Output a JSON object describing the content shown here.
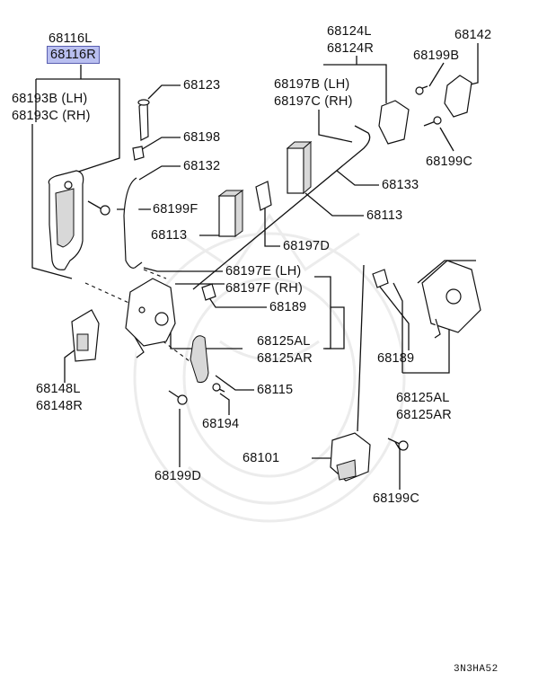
{
  "diagram": {
    "labels": {
      "l68116L": "68116L",
      "l68116R": "68116R",
      "l68193B": "68193B (LH)",
      "l68193C": "68193C (RH)",
      "l68123": "68123",
      "l68198": "68198",
      "l68132": "68132",
      "l68199F": "68199F",
      "l68113a": "68113",
      "l68124L": "68124L",
      "l68124R": "68124R",
      "l68142": "68142",
      "l68199B": "68199B",
      "l68197B": "68197B (LH)",
      "l68197C": "68197C (RH)",
      "l68199Ca": "68199C",
      "l68133": "68133",
      "l68113b": "68113",
      "l68197D": "68197D",
      "l68197E": "68197E (LH)",
      "l68197F": "68197F (RH)",
      "l68189a": "68189",
      "l68125ALa": "68125AL",
      "l68125ARa": "68125AR",
      "l68148L": "68148L",
      "l68148R": "68148R",
      "l68115": "68115",
      "l68194": "68194",
      "l68199D": "68199D",
      "l68101": "68101",
      "l68189b": "68189",
      "l68125ALb": "68125AL",
      "l68125ARb": "68125AR",
      "l68199Cb": "68199C"
    },
    "code": "3N3HA52",
    "highlight_color": "#b9bff0"
  }
}
